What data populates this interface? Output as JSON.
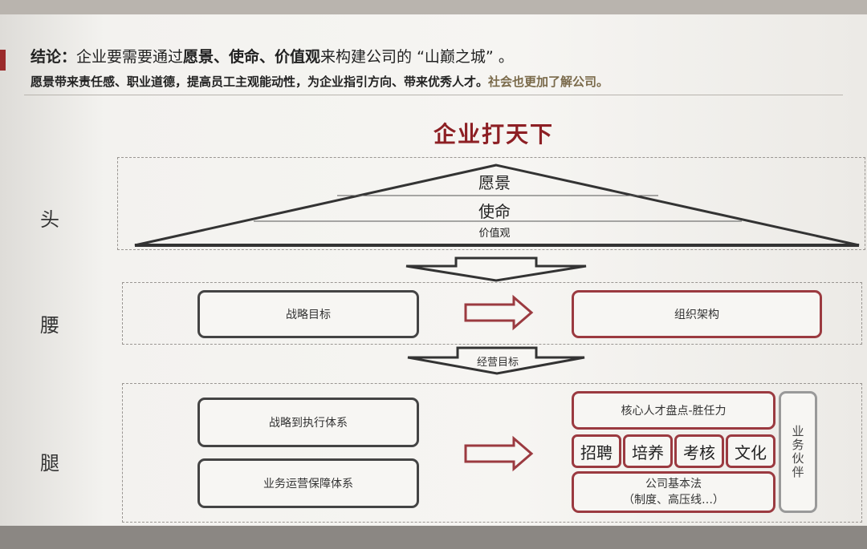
{
  "header": {
    "conclusion_label": "结论：",
    "conclusion_pre": "企业要需要通过",
    "conclusion_bold": "愿景、使命、价值观",
    "conclusion_post": "来构建公司的 “山巅之城” 。",
    "subline_main": "愿景带来责任感、职业道德，提高员工主观能动性，为企业指引方向、带来优秀人才。",
    "subline_accent": "社会也更加了解公司。"
  },
  "title": "企业打天下",
  "rows": {
    "head": "头",
    "waist": "腰",
    "legs": "腿"
  },
  "pyramid": {
    "vision": "愿景",
    "mission": "使命",
    "values": "价值观"
  },
  "waist_row": {
    "strategic_goal": "战略目标",
    "org_structure": "组织架构"
  },
  "arrow_label": "经营目标",
  "legs_row": {
    "strategy_execution": "战略到执行体系",
    "operations_support": "业务运营保障体系",
    "talent_review": "核心人才盘点-胜任力",
    "chips": [
      "招聘",
      "培养",
      "考核",
      "文化"
    ],
    "basic_law_line1": "公司基本法",
    "basic_law_line2": "（制度、高压线…）",
    "business_partner": "业务伙伴"
  },
  "colors": {
    "accent_red": "#9b3a40",
    "title_red": "#8d1f24",
    "dark_outline": "#444444"
  }
}
